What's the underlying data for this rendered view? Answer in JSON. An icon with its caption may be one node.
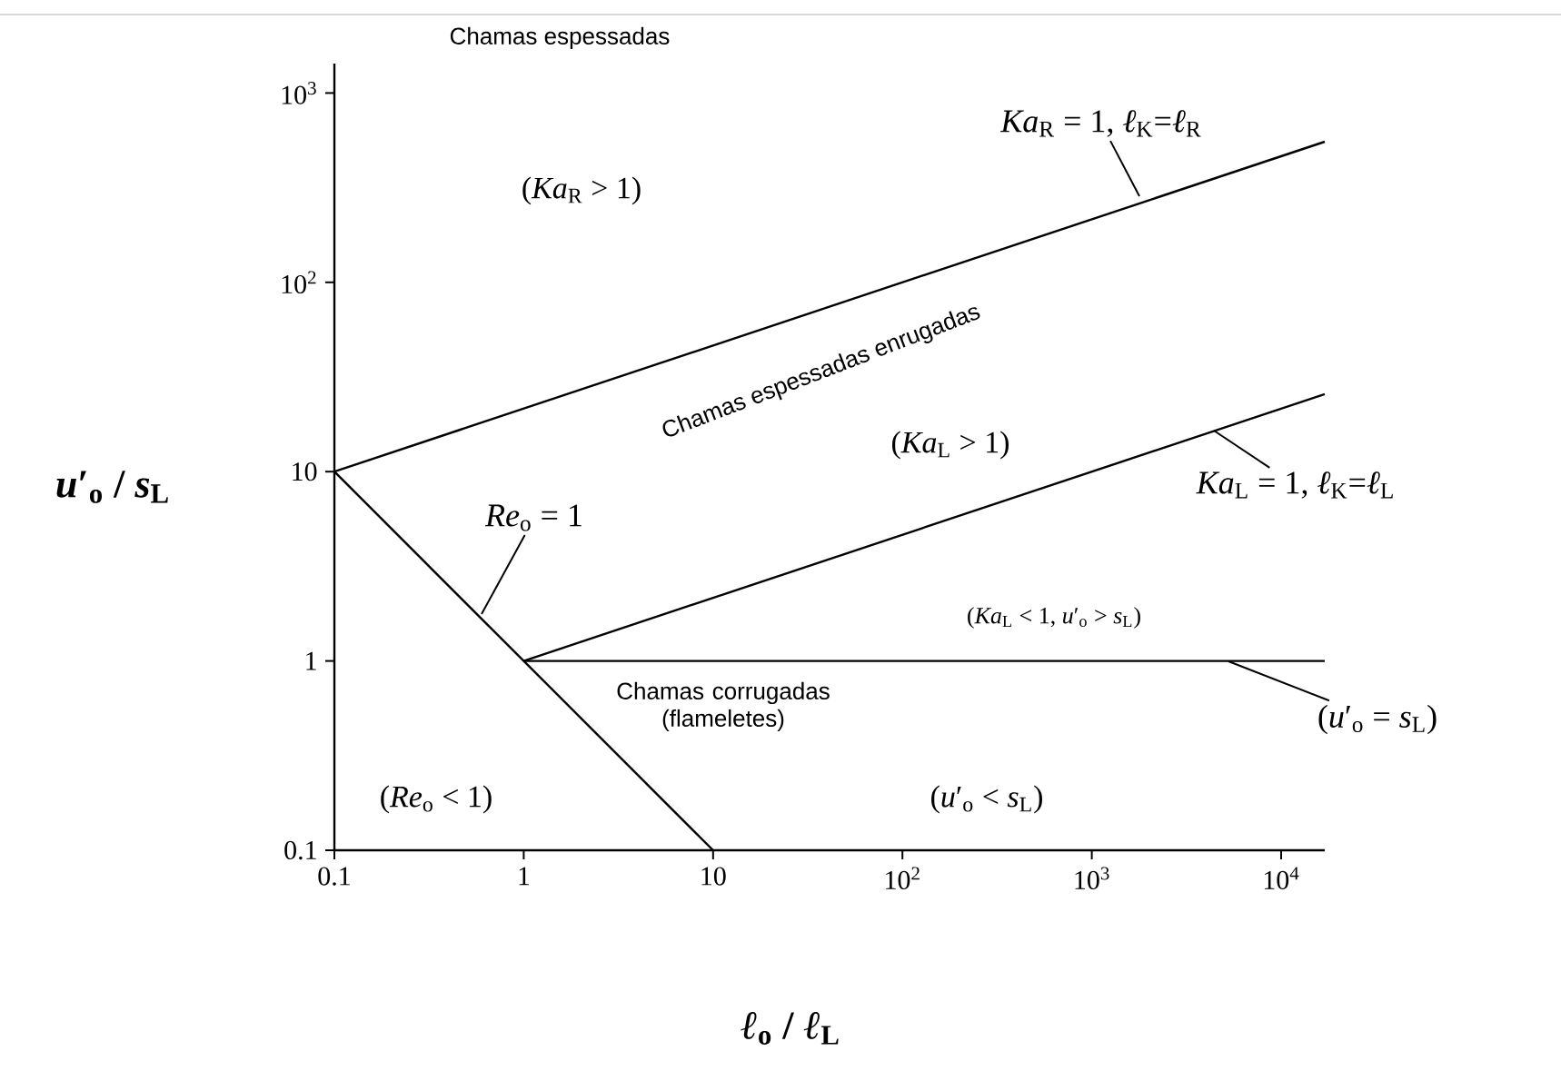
{
  "diagram": {
    "nodes": [
      {
        "text": [
          "*Ka*$_{R}$ = 1, *ℓ*$_{K}$=*ℓ*$_{R}$"
        ]
      },
      {
        "text": [
          "*Ka*$_{L}$ = 1, *ℓ*$_{K}$=*ℓ*$_{L}$"
        ]
      },
      {
        "text": [
          "*Re*$_{o}$ = 1"
        ]
      },
      {
        "text": [
          "(*u*′$_{o}$ = *s*$_{L}$)"
        ]
      }
    ],
    "edges": [
      {
        "from": 0,
        "to": null,
        "arrow": "none"
      },
      {
        "from": 1,
        "to": null,
        "arrow": "none"
      },
      {
        "from": 2,
        "to": null,
        "arrow": "none"
      },
      {
        "from": 3,
        "to": null,
        "arrow": "none"
      }
    ],
    "labels": [
      "Chamas espessadas",
      "(*Ka*$_{R}$ > 1)",
      "Chamas espessadas enrugadas",
      "(*Ka*$_{L}$ > 1)",
      "(*Ka*$_{L}$ < 1,  *u*′$_{o}$ > *s*$_{L}$)",
      "Chamas corrugadas (flameletes)",
      "(*Re*$_{o}$ < 1)",
      "(*u*′$_{o}$ < *s*$_{L}$)",
      "10$^{3}$",
      "10$^{2}$",
      "10",
      "*u*′$_{o}$ / *s*$_{L}$",
      "1",
      "0.1",
      "0.1",
      "1",
      "10",
      "10$^{2}$",
      "10$^{3}$",
      "10$^{4}$",
      "*ℓ*$_{o}$ / *ℓ*$_{L}$"
    ]
  }
}
